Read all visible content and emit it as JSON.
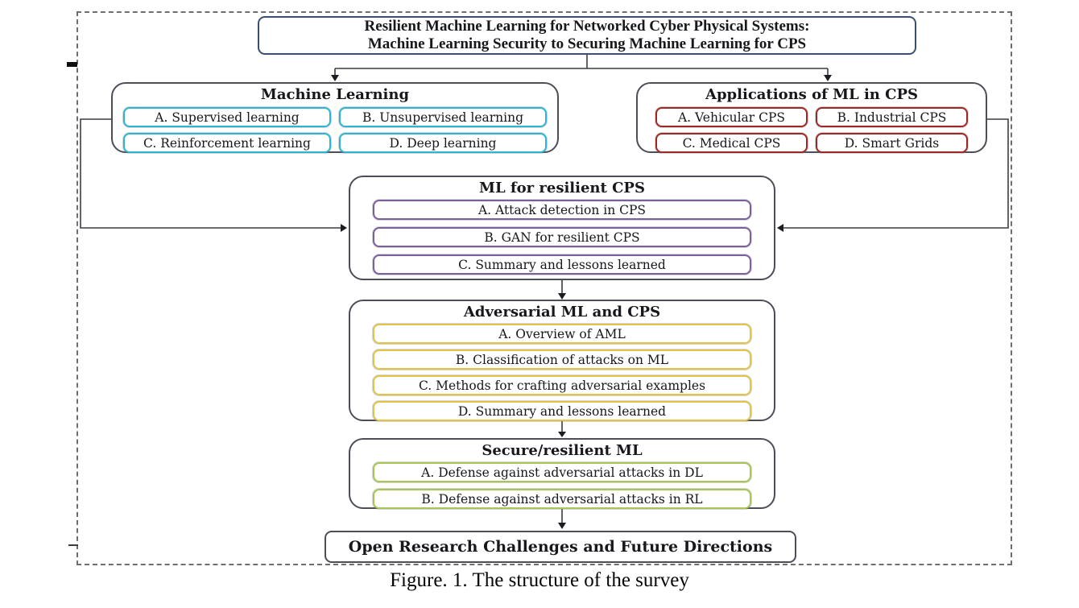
{
  "figure": {
    "caption": "Figure. 1. The structure of the survey"
  },
  "title_box": {
    "line1": "Resilient Machine Learning for Networked Cyber Physical Systems:",
    "line2": "Machine Learning Security to Securing Machine Learning for CPS",
    "border_color": "#3A4F76"
  },
  "groups": {
    "machine_learning": {
      "title": "Machine Learning",
      "accent": "#2BB6D8",
      "items": [
        "A. Supervised learning",
        "B. Unsupervised learning",
        "C. Reinforcement learning",
        "D. Deep learning"
      ]
    },
    "applications": {
      "title": "Applications of ML in CPS",
      "accent": "#9E2824",
      "items": [
        "A. Vehicular CPS",
        "B. Industrial CPS",
        "C. Medical CPS",
        "D. Smart Grids"
      ]
    },
    "ml_resilient": {
      "title": "ML for resilient CPS",
      "accent": "#7E5F9E",
      "items": [
        "A. Attack detection in CPS",
        "B. GAN for resilient CPS",
        "C. Summary and lessons learned"
      ]
    },
    "adversarial": {
      "title": "Adversarial ML and CPS",
      "accent": "#E2C546",
      "items": [
        "A. Overview of AML",
        "B. Classification of attacks on ML",
        "C. Methods for crafting adversarial examples",
        "D. Summary and lessons learned"
      ]
    },
    "secure": {
      "title": "Secure/resilient ML",
      "accent": "#A8C653",
      "items": [
        "A. Defense against adversarial attacks in DL",
        "B. Defense against adversarial attacks in RL"
      ]
    },
    "open_research": {
      "title": "Open Research Challenges and Future Directions"
    }
  },
  "colors": {
    "outer_box_border": "#4D4D58",
    "connector": "#3C3C44",
    "dashed_frame": "#6E6E6E",
    "text": "#17171C"
  }
}
